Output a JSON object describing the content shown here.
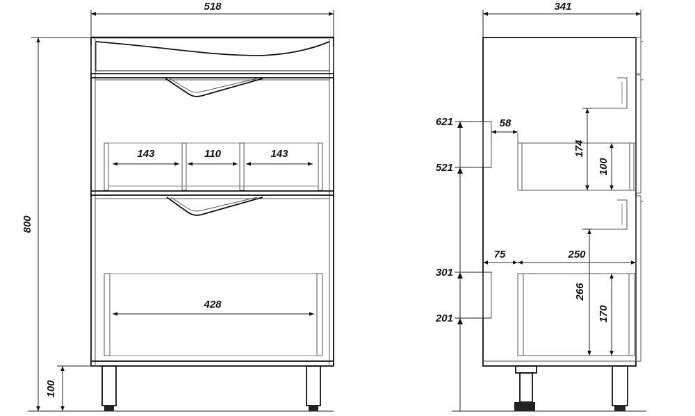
{
  "front_view": {
    "overall_width": "518",
    "overall_height": "800",
    "leg_height": "100",
    "upper_drawer_compartments": [
      "143",
      "110",
      "143"
    ],
    "lower_drawer_width": "428"
  },
  "side_view": {
    "overall_depth": "341",
    "upper_level_top": "621",
    "upper_level_bottom": "521",
    "lower_level_top": "301",
    "lower_level_bottom": "201",
    "upper_offset": "58",
    "upper_drawer_height": "174",
    "upper_box_height": "100",
    "lower_offset": "75",
    "lower_drawer_depth": "250",
    "lower_drawer_height": "266",
    "lower_box_height": "170"
  }
}
